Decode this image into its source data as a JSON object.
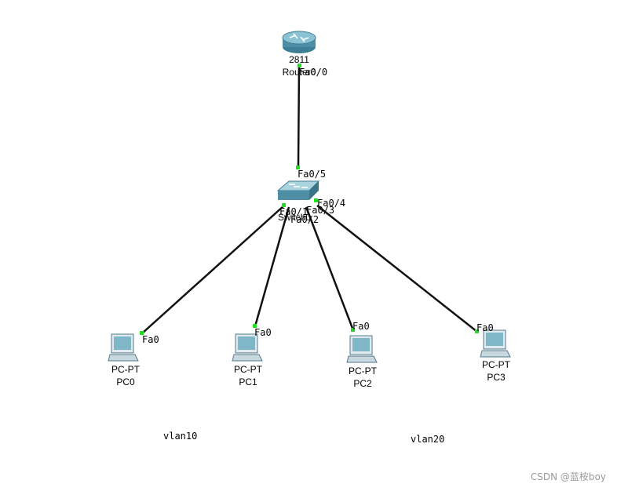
{
  "router": {
    "model": "2811",
    "name": "Router0",
    "port": "Fa0/0"
  },
  "switch": {
    "name": "Switch0",
    "ports": {
      "up": "Fa0/5",
      "p1": "Fa0/1",
      "p2": "Fa0/2",
      "p3": "Fa0/3",
      "p4": "Fa0/4"
    }
  },
  "pcs": [
    {
      "type": "PC-PT",
      "name": "PC0",
      "port": "Fa0"
    },
    {
      "type": "PC-PT",
      "name": "PC1",
      "port": "Fa0"
    },
    {
      "type": "PC-PT",
      "name": "PC2",
      "port": "Fa0"
    },
    {
      "type": "PC-PT",
      "name": "PC3",
      "port": "Fa0"
    }
  ],
  "vlans": {
    "left": "vlan10",
    "right": "vlan20"
  },
  "watermark": "CSDN @蓝桉boy",
  "colors": {
    "link": "#111111",
    "port_led": "#22dd22",
    "device": "#5b9bb0"
  }
}
